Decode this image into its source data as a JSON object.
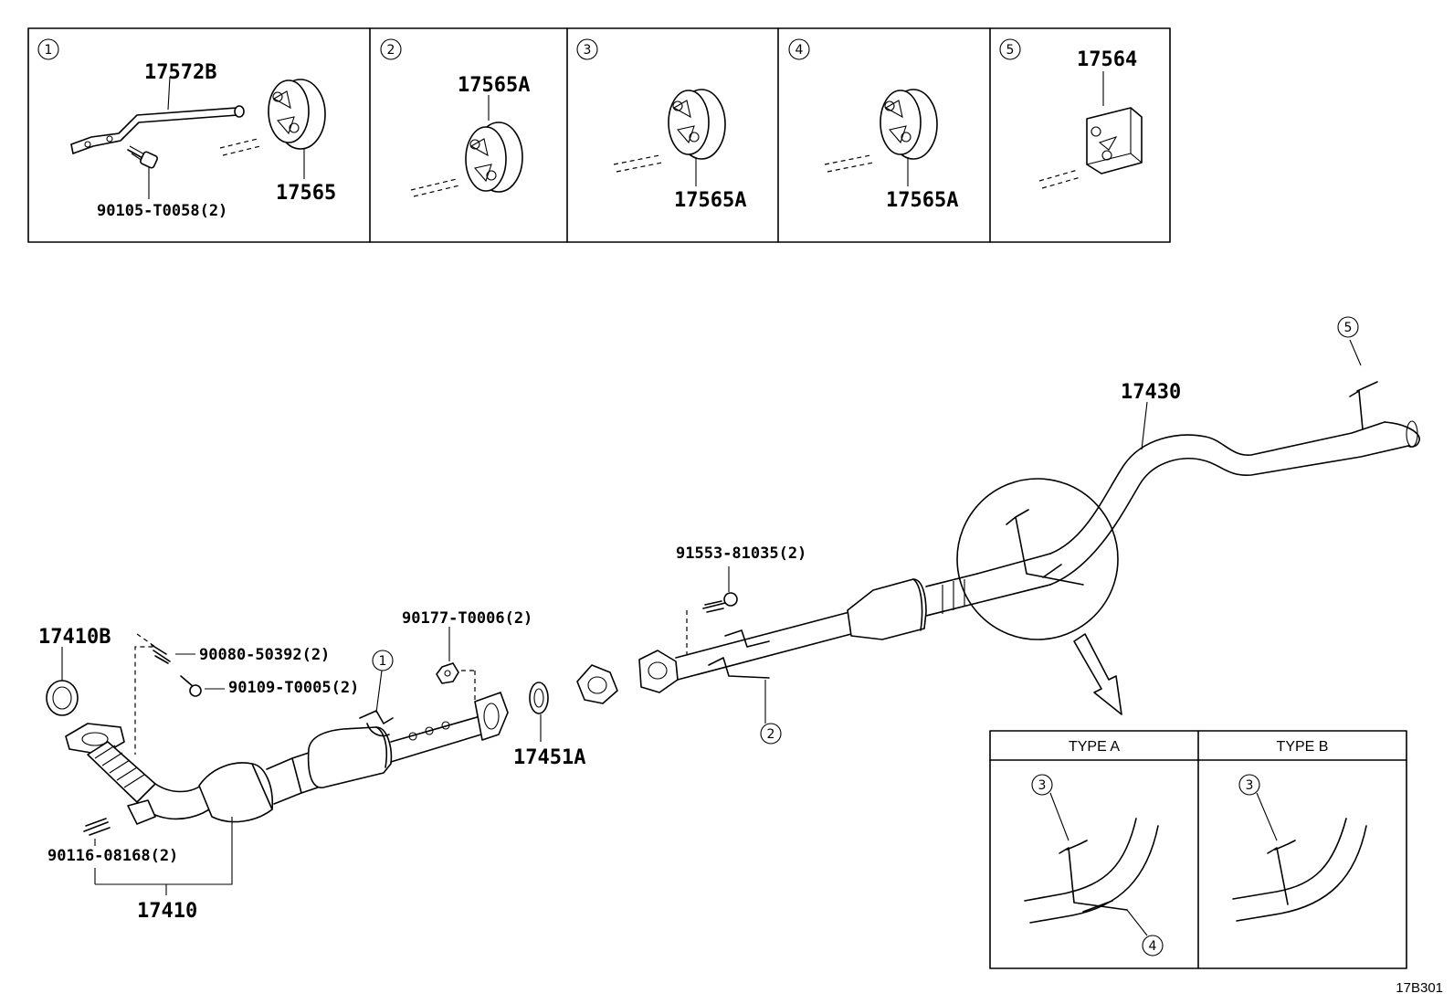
{
  "insets": [
    {
      "callout": "1",
      "parts": [
        "17572B",
        "90105-T0058(2)",
        "17565"
      ]
    },
    {
      "callout": "2",
      "parts": [
        "17565A"
      ]
    },
    {
      "callout": "3",
      "parts": [
        "17565A"
      ]
    },
    {
      "callout": "4",
      "parts": [
        "17565A"
      ]
    },
    {
      "callout": "5",
      "parts": [
        "17564"
      ]
    }
  ],
  "main": {
    "labels": {
      "p17430": "17430",
      "p17410B": "17410B",
      "p90080": "90080-50392(2)",
      "p90109": "90109-T0005(2)",
      "p90177": "90177-T0006(2)",
      "p17451A": "17451A",
      "p91553": "91553-81035(2)",
      "p90116": "90116-08168(2)",
      "p17410": "17410"
    },
    "callouts": [
      "1",
      "2",
      "5"
    ]
  },
  "detail": {
    "type_a": "TYPE A",
    "type_b": "TYPE B",
    "callouts_a": [
      "3",
      "4"
    ],
    "callouts_b": [
      "3"
    ]
  },
  "drawing_code": "17B301"
}
